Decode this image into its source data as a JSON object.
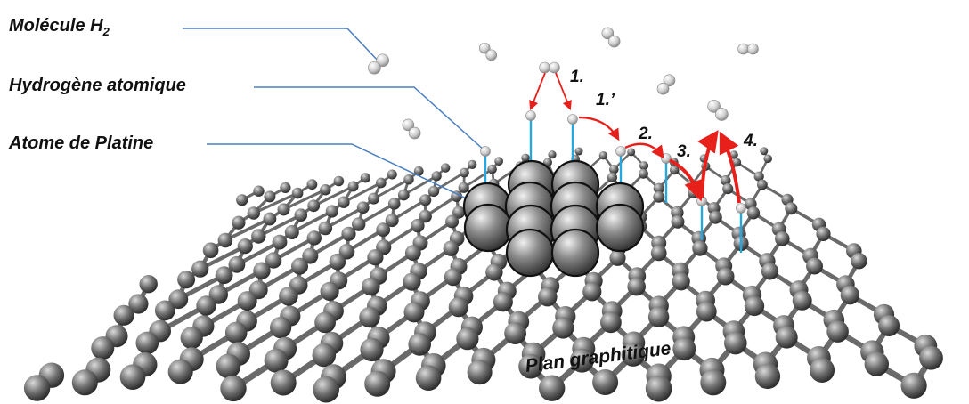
{
  "labels": {
    "h2_molecule_main": "Molécule H",
    "h2_molecule_sub": "2",
    "atomic_hydrogen": "Hydrogène atomique",
    "platinum_atom": "Atome de Platine",
    "graphitic_plane": "Plan graphitique"
  },
  "steps": {
    "s1": "1.",
    "s1p": "1.’",
    "s2": "2.",
    "s3": "3.",
    "s4": "4."
  },
  "colors": {
    "leader_line": "#4a7fc1",
    "bond": "#25a8e0",
    "arrow": "#e8201c",
    "carbon": "#7a7a7a",
    "platinum": "#6e6e6e",
    "hydrogen": "#e6e6e6"
  }
}
